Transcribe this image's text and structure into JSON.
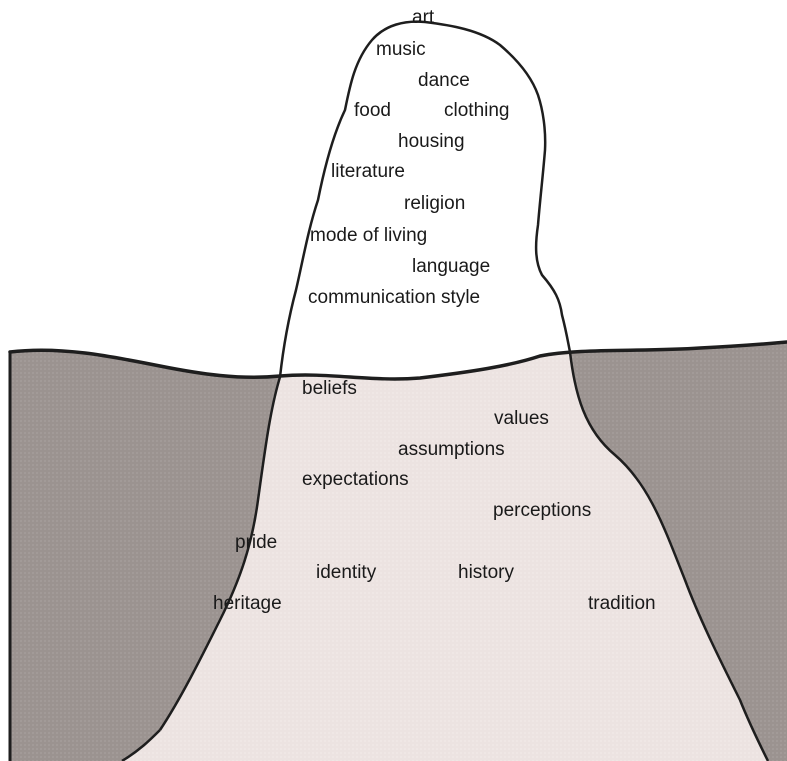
{
  "colors": {
    "water": "#9b9390",
    "underwater_iceberg": "#ece3e1",
    "above_water_iceberg": "#ffffff",
    "outline": "#1e1e1e",
    "text": "#1a1a1a"
  },
  "above_water_items": {
    "art": "art",
    "music": "music",
    "dance": "dance",
    "food": "food",
    "clothing": "clothing",
    "housing": "housing",
    "literature": "literature",
    "religion": "religion",
    "mode_of_living": "mode of living",
    "language": "language",
    "communication_style": "communication style"
  },
  "below_water_items": {
    "beliefs": "beliefs",
    "values": "values",
    "assumptions": "assumptions",
    "expectations": "expectations",
    "perceptions": "perceptions",
    "pride": "pride",
    "identity": "identity",
    "history": "history",
    "heritage": "heritage",
    "tradition": "tradition"
  }
}
